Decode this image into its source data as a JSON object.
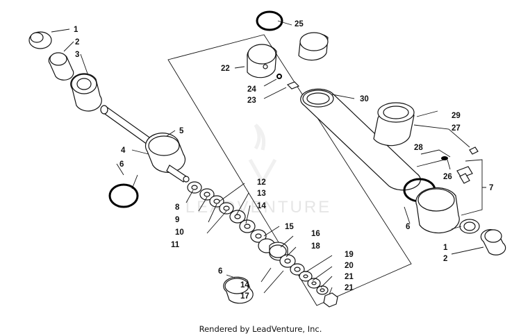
{
  "watermark": "LEADVENTURE",
  "footer": "Rendered by LeadVenture, Inc.",
  "callouts": [
    "1",
    "2",
    "3",
    "4",
    "5",
    "6",
    "22",
    "24",
    "23",
    "25",
    "30",
    "29",
    "27",
    "28",
    "26",
    "7",
    "8",
    "9",
    "10",
    "11",
    "12",
    "13",
    "14",
    "15",
    "16",
    "18",
    "19",
    "20",
    "21",
    "17"
  ]
}
